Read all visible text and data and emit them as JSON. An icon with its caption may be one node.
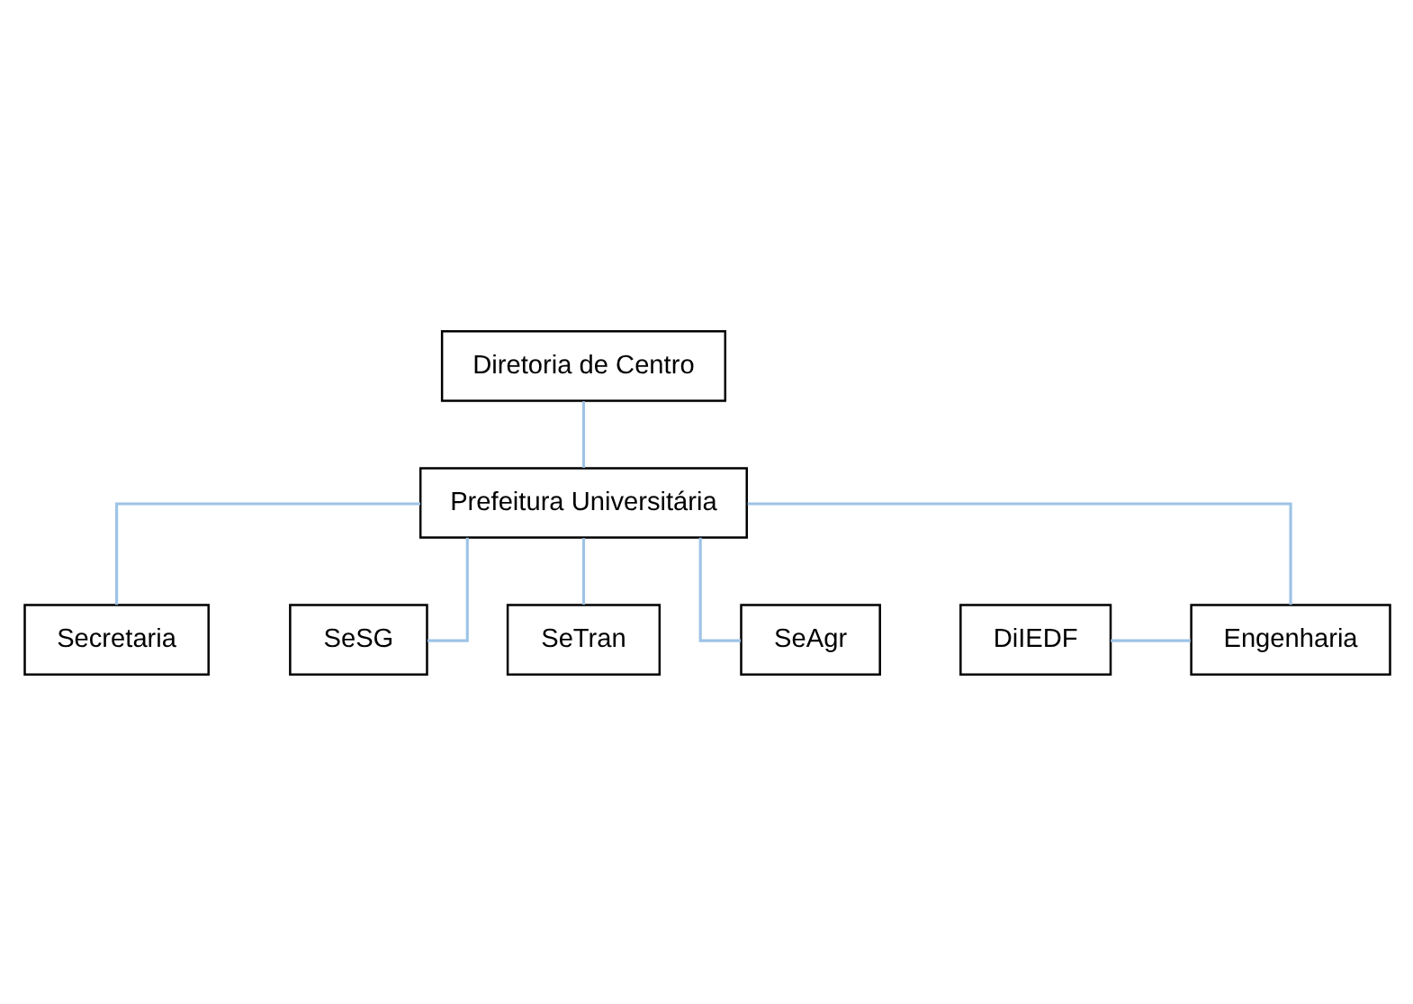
{
  "diagram": {
    "nodes": [
      {
        "text": [
          "Diretoria de Centro"
        ]
      },
      {
        "text": [
          "Prefeitura Universitária"
        ]
      },
      {
        "text": [
          "Secretaria"
        ]
      },
      {
        "text": [
          "DiIEDF"
        ]
      },
      {
        "text": [
          "Engenharia"
        ]
      },
      {
        "text": [
          "SeSG"
        ]
      },
      {
        "text": [
          "SeTran"
        ]
      },
      {
        "text": [
          "SeAgr"
        ]
      }
    ],
    "edges": [
      {
        "from": 0,
        "to": 1,
        "arrow": "none"
      },
      {
        "from": 1,
        "to": 2,
        "arrow": "none"
      },
      {
        "from": 1,
        "to": 4,
        "arrow": "none"
      },
      {
        "from": 3,
        "to": 4,
        "arrow": "none"
      },
      {
        "from": 1,
        "to": 5,
        "arrow": "none"
      },
      {
        "from": 1,
        "to": 6,
        "arrow": "none"
      },
      {
        "from": 1,
        "to": 7,
        "arrow": "none"
      }
    ]
  }
}
